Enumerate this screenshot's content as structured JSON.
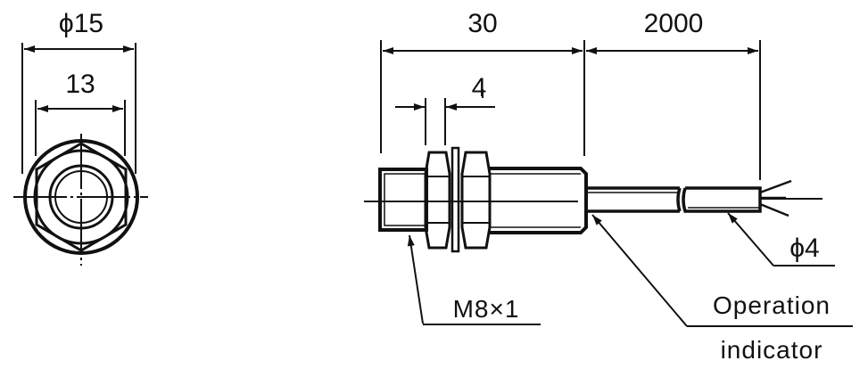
{
  "front_view": {
    "outer_diameter_label": "ϕ15",
    "hex_width_label": "13"
  },
  "side_view": {
    "body_length_label": "30",
    "cable_length_label": "2000",
    "nut_thickness_label": "4",
    "thread_label": "M8×1",
    "indicator_label_line1": "Operation",
    "indicator_label_line2": "indicator",
    "cable_diameter_label": "ϕ4"
  },
  "colors": {
    "line": "#111111",
    "background": "#ffffff"
  }
}
